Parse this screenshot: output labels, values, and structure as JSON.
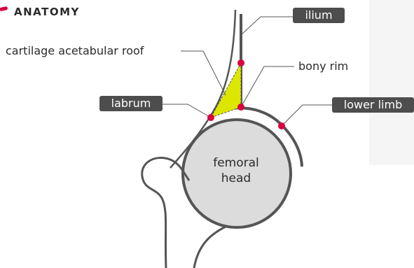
{
  "section": {
    "title": "ANATOMY",
    "accent_color": "#d9003d"
  },
  "labels": {
    "ilium": "ilium",
    "cartilage_acetabular_roof": "cartilage acetabular roof",
    "bony_rim": "bony rim",
    "labrum": "labrum",
    "lower_limb": "lower limb",
    "femoral_head_line1": "femoral",
    "femoral_head_line2": "head"
  },
  "colors": {
    "bone_outline": "#555555",
    "femoral_head_fill": "#dcdcdc",
    "cartilage_fill": "#dde600",
    "marker": "#d9003d",
    "label_box": "#4d4d4d"
  }
}
